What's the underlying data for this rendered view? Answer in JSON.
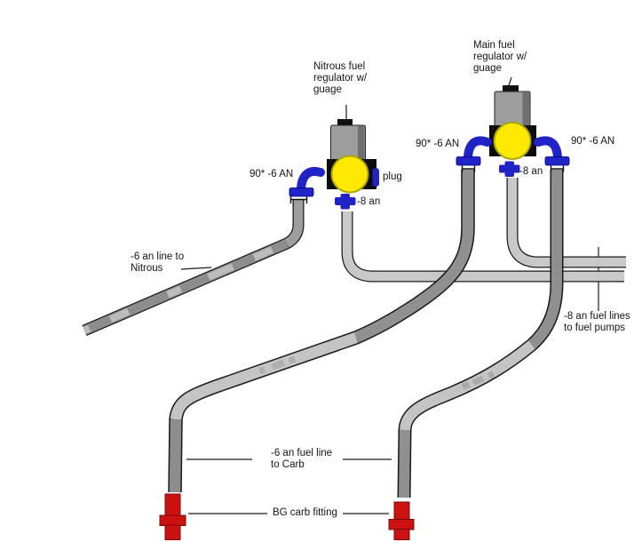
{
  "colors": {
    "background": "#ffffff",
    "fitting_blue": "#2023c6",
    "fitting_blue_dark": "#00007e",
    "gauge_yellow": "#ffe903",
    "gauge_yellow_edge": "#a8a800",
    "regulator_gray": "#9d9d9d",
    "regulator_shade": "#6f6f6f",
    "regulator_black": "#0d0d0d",
    "hose_light": "#c8c8c8",
    "hose_mid": "#9e9e9e",
    "hose_dark": "#8d8d8d",
    "hose_outline": "#1a1a1a",
    "carb_fitting_red": "#cc1111",
    "carb_fitting_red_dark": "#7a0a0a",
    "text": "#141414",
    "pointer_line": "#1c1c1c"
  },
  "labels": {
    "nitrous_regulator": {
      "lines": [
        "Nitrous fuel",
        "regulator w/",
        "guage"
      ]
    },
    "main_regulator": {
      "lines": [
        "Main fuel",
        "regulator w/",
        "guage"
      ]
    },
    "nitrous_elbow": "90* -6 AN",
    "main_left_elbow": "90* -6 AN",
    "main_right_elbow": "90* -6 AN",
    "plug": "plug",
    "nitrous_outlet": "-8 an",
    "main_outlet": "-8 an",
    "nitrous_line": {
      "lines": [
        "-6 an line to",
        "Nitrous"
      ]
    },
    "pump_lines": {
      "lines": [
        "-8 an fuel lines",
        "to fuel pumps"
      ]
    },
    "carb_line": {
      "lines": [
        "-6 an fuel line",
        "to Carb"
      ]
    },
    "carb_fitting": "BG carb fitting"
  }
}
